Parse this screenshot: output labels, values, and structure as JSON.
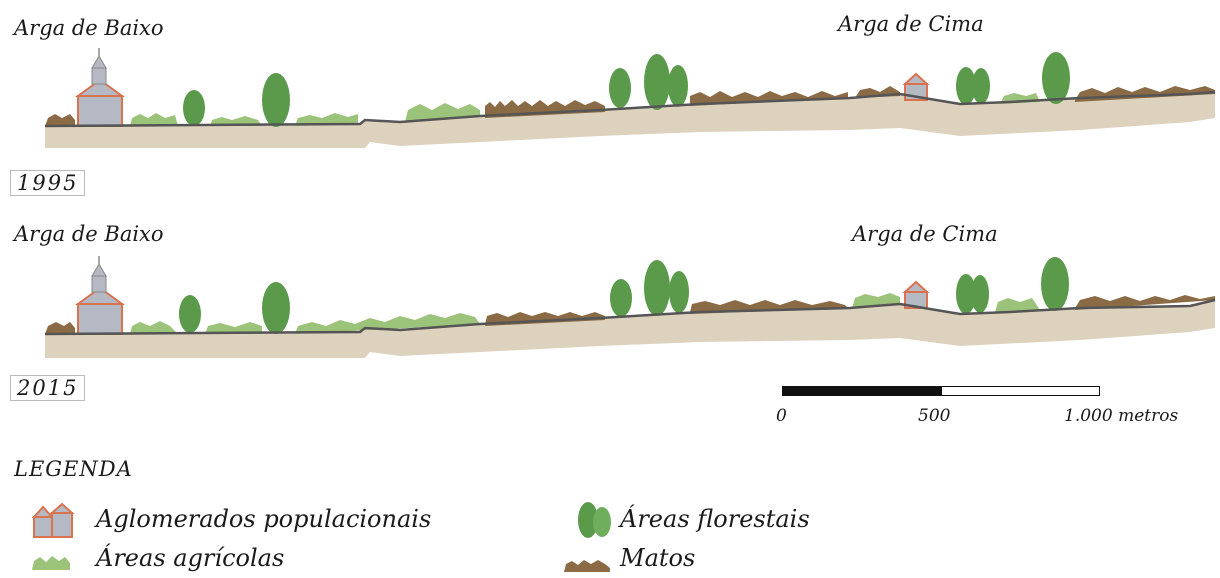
{
  "profiles": [
    {
      "year": "1995",
      "left_label": "Arga de Baixo",
      "right_label": "Arga de Cima"
    },
    {
      "year": "2015",
      "left_label": "Arga de Baixo",
      "right_label": "Arga de Cima"
    }
  ],
  "scale_bar": {
    "ticks": [
      "0",
      "500",
      "1.000 metros"
    ]
  },
  "legend": {
    "title": "LEGENDA",
    "items": [
      {
        "label": "Aglomerados populacionais",
        "icon": "houses-icon"
      },
      {
        "label": "Áreas florestais",
        "icon": "trees-icon"
      },
      {
        "label": "Áreas agrícolas",
        "icon": "crops-icon"
      },
      {
        "label": "Matos",
        "icon": "shrubs-icon"
      }
    ]
  },
  "colors": {
    "ground": "#ddd2bd",
    "surface_line": "#555555",
    "forest": "#5a9a4a",
    "agriculture": "#9cc37a",
    "shrubs": "#8a6b45",
    "buildings": "#b5b9c4",
    "roof": "#d9734e"
  }
}
